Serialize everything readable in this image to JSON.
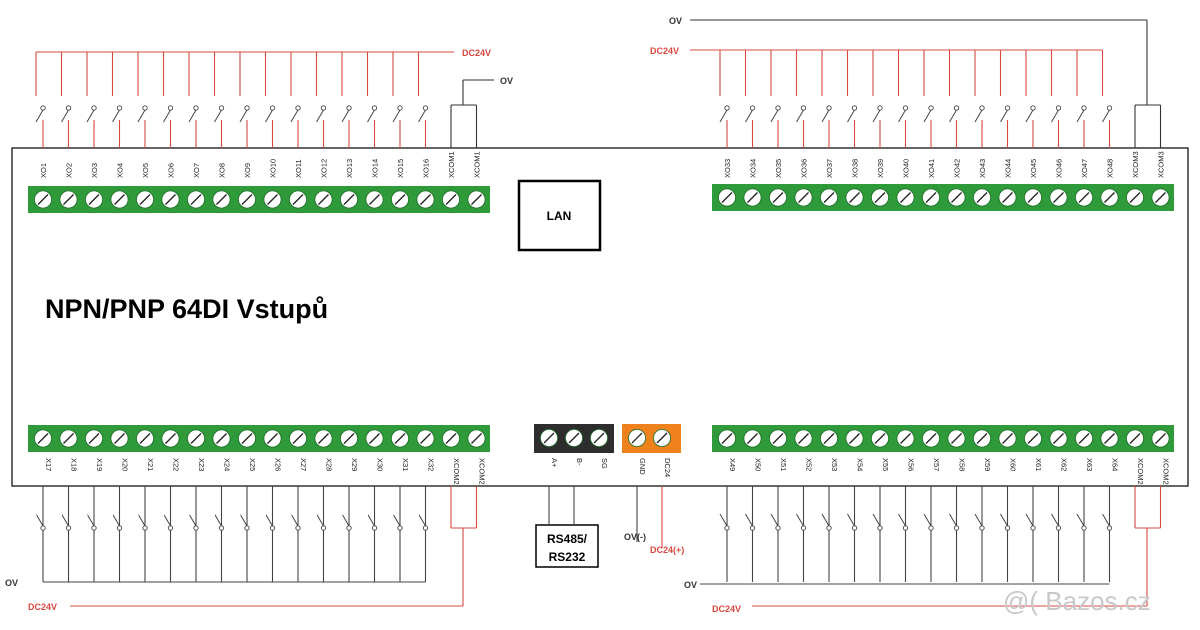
{
  "title": "NPN/PNP 64DI Vstupů",
  "lan_label": "LAN",
  "rs_label_line1": "RS485/",
  "rs_label_line2": "RS232",
  "rs_pins": [
    "A+",
    "B-",
    "SG"
  ],
  "power_pins": [
    "GND",
    "DC24"
  ],
  "power_wire_labels": {
    "gnd": "OV(-)",
    "dc24": "DC24(+)"
  },
  "groups": [
    {
      "id": "top-left",
      "terminals": [
        "XO1",
        "XO2",
        "XO3",
        "XO4",
        "XO5",
        "XO6",
        "XO7",
        "XO8",
        "XO9",
        "XO10",
        "XO11",
        "XO12",
        "XO13",
        "XO14",
        "XO15",
        "XO16"
      ],
      "com": [
        "XCOM1",
        "XCOM1"
      ],
      "supply_label": "DC24V",
      "com_label": "OV"
    },
    {
      "id": "top-right",
      "terminals": [
        "XO33",
        "XO34",
        "XO35",
        "XO36",
        "XO37",
        "XO38",
        "XO39",
        "XO40",
        "XO41",
        "XO42",
        "XO43",
        "XO44",
        "XO45",
        "XO46",
        "XO47",
        "XO48"
      ],
      "com": [
        "XCOM3",
        "XCOM3"
      ],
      "supply_label": "DC24V",
      "com_label": "OV"
    },
    {
      "id": "bottom-left",
      "terminals": [
        "X17",
        "X18",
        "X19",
        "X20",
        "X21",
        "X22",
        "X23",
        "X24",
        "X25",
        "X26",
        "X27",
        "X28",
        "X29",
        "X30",
        "X31",
        "X32"
      ],
      "com": [
        "XCOM2",
        "XCOM2"
      ],
      "supply_label": "OV",
      "com_label": "DC24V"
    },
    {
      "id": "bottom-right",
      "terminals": [
        "X49",
        "X50",
        "X51",
        "X52",
        "X53",
        "X54",
        "X55",
        "X56",
        "X57",
        "X58",
        "X59",
        "X60",
        "X61",
        "X62",
        "X63",
        "X64"
      ],
      "com": [
        "XCOM2",
        "XCOM2"
      ],
      "supply_label": "OV",
      "com_label": "DC24V"
    }
  ],
  "watermark": "@( Bazos.cz",
  "colors": {
    "terminal_green": "#2f9a3a",
    "wire_red": "#d9483f",
    "rs_block": "#2d2d2d",
    "power_block": "#f0821e"
  }
}
